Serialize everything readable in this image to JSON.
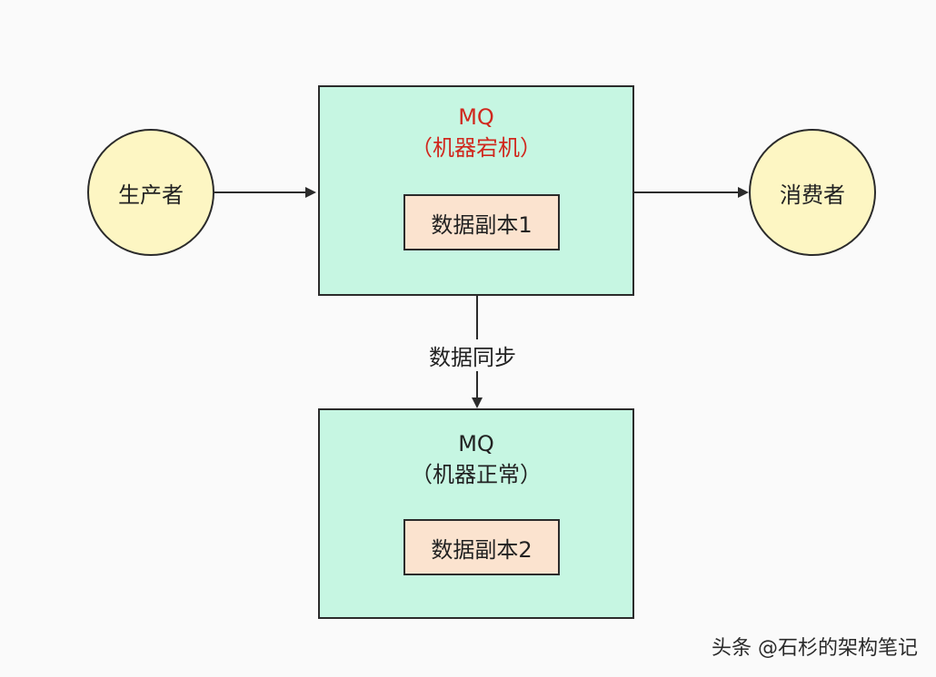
{
  "producer": {
    "label": "生产者"
  },
  "consumer": {
    "label": "消费者"
  },
  "primary": {
    "title": "MQ",
    "subtitle": "（机器宕机）",
    "replica_label": "数据副本1",
    "title_color": "#d0281e"
  },
  "secondary": {
    "title": "MQ",
    "subtitle": "（机器正常）",
    "replica_label": "数据副本2",
    "title_color": "#222222"
  },
  "sync": {
    "label": "数据同步"
  },
  "watermark": {
    "text": "头条 @石杉的架构笔记"
  },
  "colors": {
    "box_fill": "#c6f6e2",
    "replica_fill": "#fbe3cf",
    "circle_fill": "#fdf6c3",
    "line": "#2b2b2b"
  }
}
